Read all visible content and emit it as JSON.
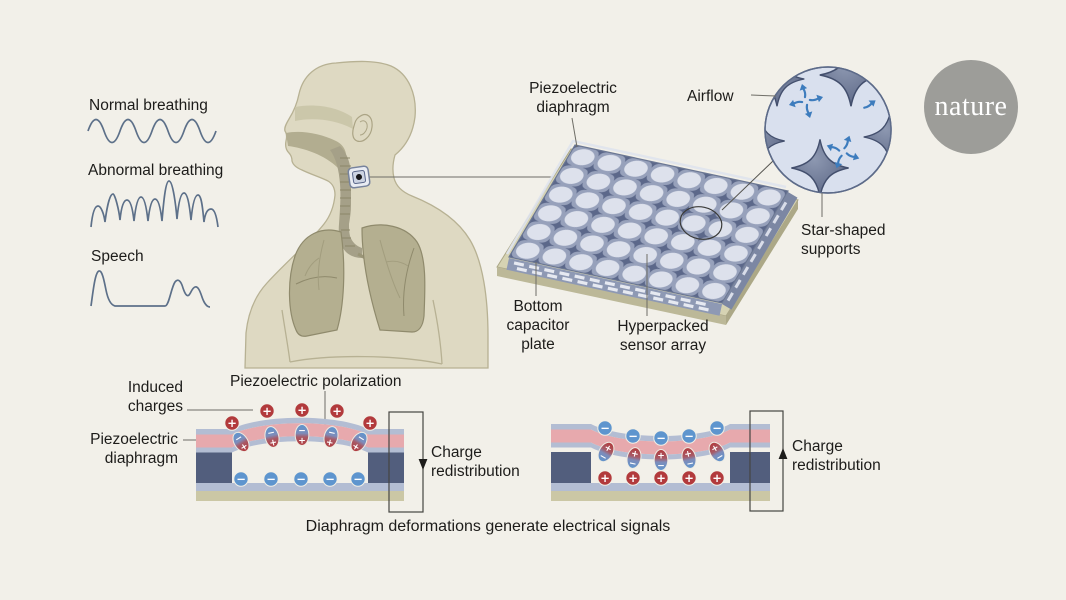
{
  "colors": {
    "background": "#f2f0e9",
    "text": "#1d1c1a",
    "waveform": "#5d7089",
    "positive": "#b23a3c",
    "negative": "#5e95ce",
    "diaphragm_pink": "#e7a9ad",
    "electrode_gray": "#b3bdd3",
    "support_slate": "#525e7d",
    "base_beige": "#cbc7a5",
    "airflow_blue": "#3d7cbd"
  },
  "logo": {
    "text": "nature"
  },
  "waveform_panel": {
    "items": [
      {
        "label": "Normal breathing"
      },
      {
        "label": "Abnormal breathing"
      },
      {
        "label": "Speech"
      }
    ]
  },
  "array_diagram": {
    "label_top": "Piezoelectric\ndiaphragm",
    "label_airflow": "Airflow",
    "label_supports": "Star-shaped\nsupports",
    "label_bottom_plate": "Bottom\ncapacitor\nplate",
    "label_array": "Hyperpacked\nsensor array"
  },
  "cross_section": {
    "label_induced": "Induced\ncharges",
    "label_polarization": "Piezoelectric polarization",
    "label_diaphragm": "Piezoelectric\ndiaphragm",
    "caption": "Diaphragm deformations generate electrical signals",
    "left": {
      "label_charge": "Charge\nredistribution",
      "arrow": "down",
      "top_row": [
        "+",
        "+",
        "+",
        "+",
        "+"
      ],
      "dipole_top": "−",
      "dipole_bottom": "+",
      "bottom_row": [
        "−",
        "−",
        "−",
        "−",
        "−"
      ]
    },
    "right": {
      "label_charge": "Charge\nredistribution",
      "arrow": "up",
      "top_row": [
        "−",
        "−",
        "−",
        "−",
        "−"
      ],
      "dipole_top": "+",
      "dipole_bottom": "−",
      "bottom_row": [
        "+",
        "+",
        "+",
        "+",
        "+"
      ]
    }
  }
}
